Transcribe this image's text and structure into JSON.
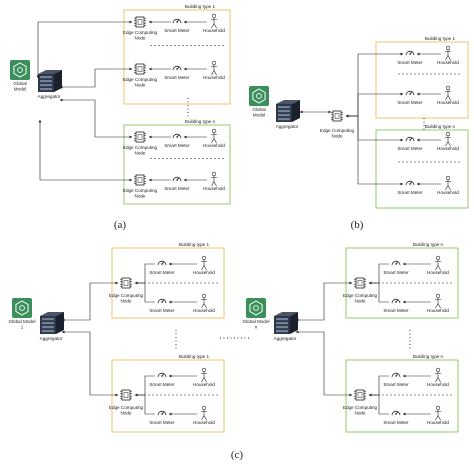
{
  "panels": {
    "a": {
      "caption": "(a)",
      "global_model": "Global Model",
      "aggregator": "Aggregator",
      "groups": [
        {
          "title": "Building type 1",
          "nodes": [
            "Edge Computing Node",
            "Edge Computing Node"
          ]
        },
        {
          "title": "Building type n",
          "nodes": [
            "Edge Computing Node",
            "Edge Computing Node"
          ]
        }
      ]
    },
    "b": {
      "caption": "(b)",
      "global_model": "Global Model",
      "aggregator": "Aggregator",
      "edge_node": "Edge Computing Node",
      "groups": [
        {
          "title": "Building type 1"
        },
        {
          "title": "Building type n"
        }
      ]
    },
    "c": {
      "caption": "(c)",
      "left": {
        "global_model": "Global Model 1",
        "aggregator": "Aggregator",
        "groups": [
          {
            "title": "Building type 1",
            "node": "Edge Computing Node"
          },
          {
            "title": "Building type 1",
            "node": "Edge Computing Node"
          }
        ]
      },
      "right": {
        "global_model": "Global Model n",
        "aggregator": "Aggregator",
        "groups": [
          {
            "title": "Building type n",
            "node": "Edge Computing Node"
          },
          {
            "title": "Building type n",
            "node": "Edge Computing Node"
          }
        ]
      }
    }
  },
  "labels": {
    "smart_meter": "Smart Meter",
    "household": "Household"
  },
  "colors": {
    "type1_border": "#e8b84a",
    "typen_border": "#7bc043",
    "global_model_bg": "#3a8f5b",
    "server": "#2d3748",
    "line": "#222222"
  }
}
